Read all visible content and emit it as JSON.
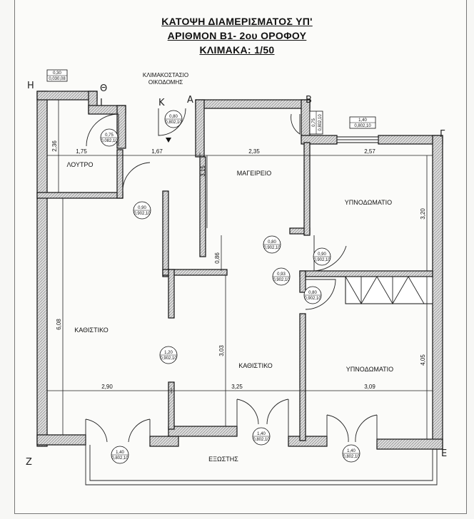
{
  "title": {
    "line1": "ΚΑΤΟΨΗ ΔΙΑΜΕΡΙΣΜΑΤΟΣ ΥΠ'",
    "line2": "ΑΡΙΘΜΟΝ Β1- 2ου ΟΡΟΦΟΥ",
    "line3": "ΚΛΙΜΑΚΑ: 1/50"
  },
  "stair": {
    "line1": "ΚΛΙΜΑΚΟΣΤΑΣΙΟ",
    "line2": "ΟΙΚΟΔΟΜΗΣ"
  },
  "rooms": {
    "bath": "ΛΟΥΤΡΟ",
    "kitchen": "ΜΑΓΕΙΡΕΙΟ",
    "bedroom1": "ΥΠΝΟΔΩΜΑΤΙΟ",
    "bedroom2": "ΥΠΝΟΔΩΜΑΤΙΟ",
    "living1": "ΚΑΘΙΣΤΙΚΟ",
    "living2": "ΚΑΘΙΣΤΙΚΟ",
    "balcony": "ΕΞΩΣΤΗΣ"
  },
  "dimensions": {
    "bath_h": "1,75",
    "hall_h": "1,67",
    "kitchen_h": "2,35",
    "bed1_h": "2,57",
    "bath_v": "2,36",
    "kitchen_v": "3,15",
    "bed1_v": "3,20",
    "corridor_v": "0,86",
    "living1_v": "6,08",
    "living2_v": "3,03",
    "bed2_v": "4,05",
    "bottom_1": "2,90",
    "bottom_2": "3,25",
    "bottom_3": "3,09"
  },
  "tags": {
    "t030": {
      "top": "0,30",
      "bottom": "0,030,08"
    },
    "t075a": {
      "top": "0,75",
      "bottom": "0,082,10"
    },
    "t080a": {
      "top": "0,80",
      "bottom": "0,802,10"
    },
    "t075b": {
      "top": "0,75",
      "bottom": "0,802,10"
    },
    "t140a": {
      "top": "1,40",
      "bottom": "0,802,10"
    },
    "t090a": {
      "top": "0,90",
      "bottom": "0,902,10"
    },
    "t080b": {
      "top": "0,80",
      "bottom": "0,902,10"
    },
    "t090b": {
      "top": "0,90",
      "bottom": "0,902,10"
    },
    "t093": {
      "top": "0,93",
      "bottom": "0,902,10"
    },
    "t080c": {
      "top": "0,80",
      "bottom": "0,902,10"
    },
    "t120": {
      "top": "1,20",
      "bottom": "0,902,10"
    },
    "t140b": {
      "top": "1,40",
      "bottom": "0,802,10"
    },
    "t140c": {
      "top": "1,40",
      "bottom": "0,802,10"
    },
    "t140d": {
      "top": "1,40",
      "bottom": "0,802,10"
    }
  },
  "corners": {
    "H": "Η",
    "O": "Θ",
    "I": "Ι",
    "K": "Κ",
    "A": "Α",
    "B": "Β",
    "G": "Γ",
    "Z": "Ζ",
    "E": "Ε"
  }
}
